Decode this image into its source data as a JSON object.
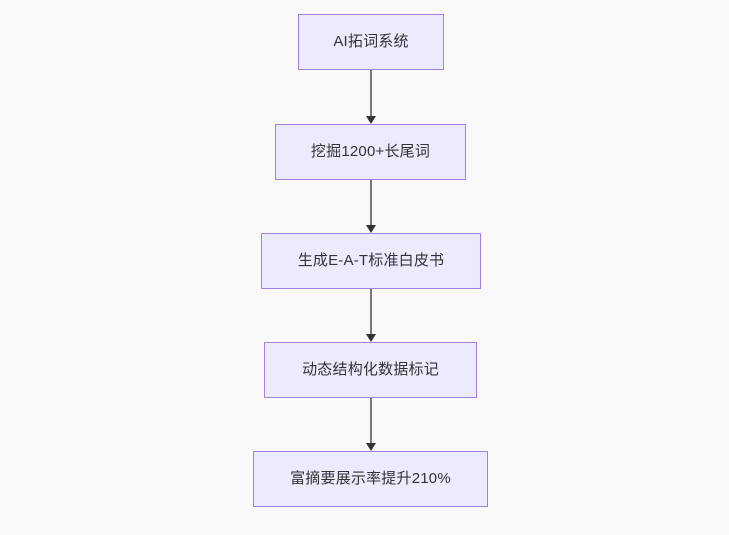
{
  "diagram": {
    "type": "flowchart",
    "direction": "top-to-bottom",
    "background_color": "#f9f9f9",
    "node_fill_color": "#eceafd",
    "node_border_color": "#a081e0",
    "node_text_color": "#333333",
    "connector_line_color": "#777777",
    "connector_arrow_color": "#333333",
    "nodes": [
      {
        "id": "n1",
        "label": "AI拓词系统"
      },
      {
        "id": "n2",
        "label": "挖掘1200+长尾词"
      },
      {
        "id": "n3",
        "label": "生成E-A-T标准白皮书"
      },
      {
        "id": "n4",
        "label": "动态结构化数据标记"
      },
      {
        "id": "n5",
        "label": "富摘要展示率提升210%"
      }
    ],
    "edges": [
      {
        "from": "n1",
        "to": "n2",
        "label": ""
      },
      {
        "from": "n2",
        "to": "n3",
        "label": ""
      },
      {
        "from": "n3",
        "to": "n4",
        "label": ""
      },
      {
        "from": "n4",
        "to": "n5",
        "label": ""
      }
    ]
  }
}
